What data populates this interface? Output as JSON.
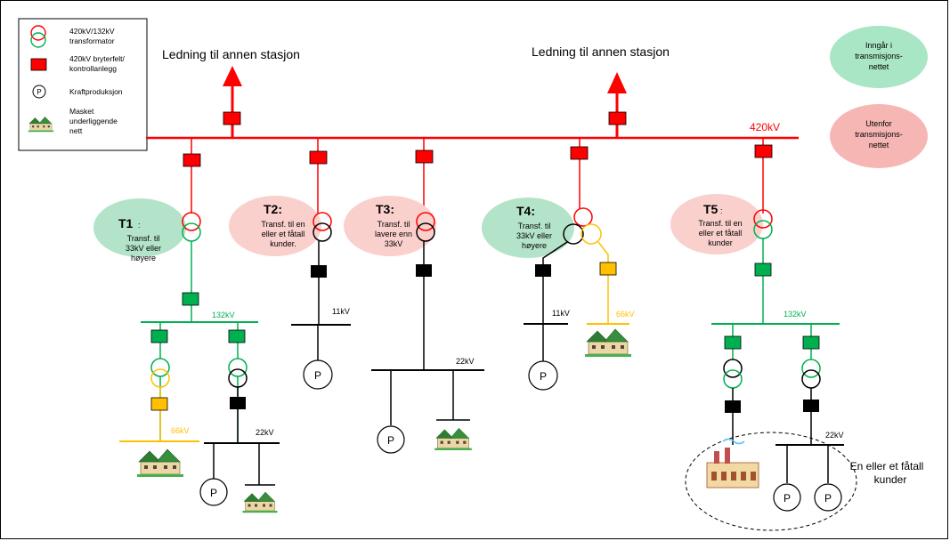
{
  "legend": {
    "transformer": "420kV/132kV transformator",
    "breaker": "420kV bryterfelt/ kontrollanlegg",
    "production": "Kraftproduksjon",
    "production_symbol": "P",
    "meshed_net": "Masket underliggende nett"
  },
  "categories": {
    "inside": "Inngår i transmisjons-nettet",
    "outside": "Utenfor transmisjons-nettet"
  },
  "lines_to_other_station": [
    "Ledning til annen stasjon",
    "Ledning til annen stasjon"
  ],
  "busbar_label": "420kV",
  "transformers": [
    {
      "id": "T1",
      "title": "T1",
      "suffix": ":",
      "desc": "Transf. til 33kV eller høyere",
      "category": "inside"
    },
    {
      "id": "T2",
      "title": "T2:",
      "suffix": "",
      "desc": "Transf. til en eller et fåtall kunder.",
      "category": "outside"
    },
    {
      "id": "T3",
      "title": "T3:",
      "suffix": "",
      "desc": "Transf. til lavere enn 33kV",
      "category": "outside"
    },
    {
      "id": "T4",
      "title": "T4:",
      "suffix": "",
      "desc": "Transf. til 33kV eller høyere",
      "category": "inside"
    },
    {
      "id": "T5",
      "title": "T5",
      "suffix": ":",
      "desc": "Transf. til en eller et fåtall kunder",
      "category": "outside"
    }
  ],
  "voltages": {
    "t1_bus": "132kV",
    "t1_left": "66kV",
    "t1_right": "22kV",
    "t2": "11kV",
    "t3": "22kV",
    "t4_left": "11kV",
    "t4_right": "66kV",
    "t5_bus": "132kV",
    "t5_sub": "22kV"
  },
  "few_customers_label": "En eller et fåtall kunder",
  "colors": {
    "red": "#ff0000",
    "green": "#00b050",
    "black": "#000000",
    "orange": "#ffc000",
    "green_fill": "#00b050",
    "black_fill": "#000000",
    "orange_fill": "#ffc000",
    "inside_bubble": "#a9e6c5",
    "outside_bubble": "#f6b7b4",
    "t_green": "#b3e4c9",
    "t_pink": "#fad0cd"
  }
}
